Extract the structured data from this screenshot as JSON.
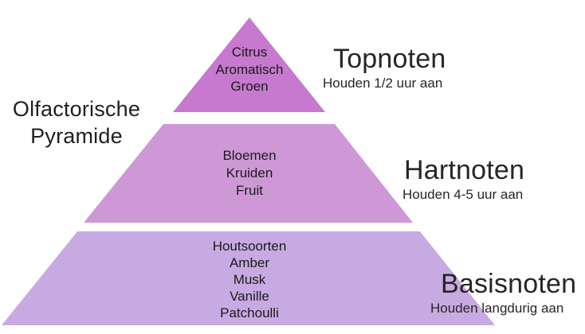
{
  "title": {
    "line1": "Olfactorische",
    "line2": "Pyramide"
  },
  "colors": {
    "top_tier": "#c679ce",
    "middle_tier": "#ce98d7",
    "bottom_tier": "#c8aae2",
    "text": "#1f1f1f",
    "background": "#ffffff"
  },
  "tiers": [
    {
      "label": "Topnoten",
      "duration": "Houden 1/2 uur aan",
      "color": "#c679ce",
      "notes": [
        "Citrus",
        "Aromatisch",
        "Groen"
      ]
    },
    {
      "label": "Hartnoten",
      "duration": "Houden 4-5 uur aan",
      "color": "#ce98d7",
      "notes": [
        "Bloemen",
        "Kruiden",
        "Fruit"
      ]
    },
    {
      "label": "Basisnoten",
      "duration": "Houden langdurig aan",
      "color": "#c8aae2",
      "notes": [
        "Houtsoorten",
        "Amber",
        "Musk",
        "Vanille",
        "Patchoulli"
      ]
    }
  ]
}
